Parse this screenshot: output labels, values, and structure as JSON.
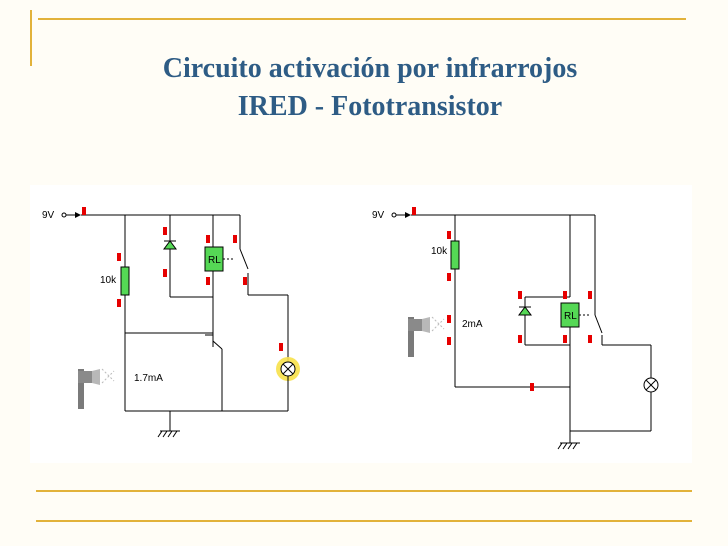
{
  "slide": {
    "title_line1": "Circuito activación por infrarrojos",
    "title_line2": "IRED - Fototransistor",
    "accent_color": "#e2b23a",
    "title_color": "#2e5c85"
  },
  "circuit_left": {
    "supply_label": "9V",
    "resistor_label": "10k",
    "relay_label": "RL",
    "current_label": "1.7mA"
  },
  "circuit_right": {
    "supply_label": "9V",
    "resistor_label": "10k",
    "relay_label": "RL",
    "current_label": "2mA"
  }
}
